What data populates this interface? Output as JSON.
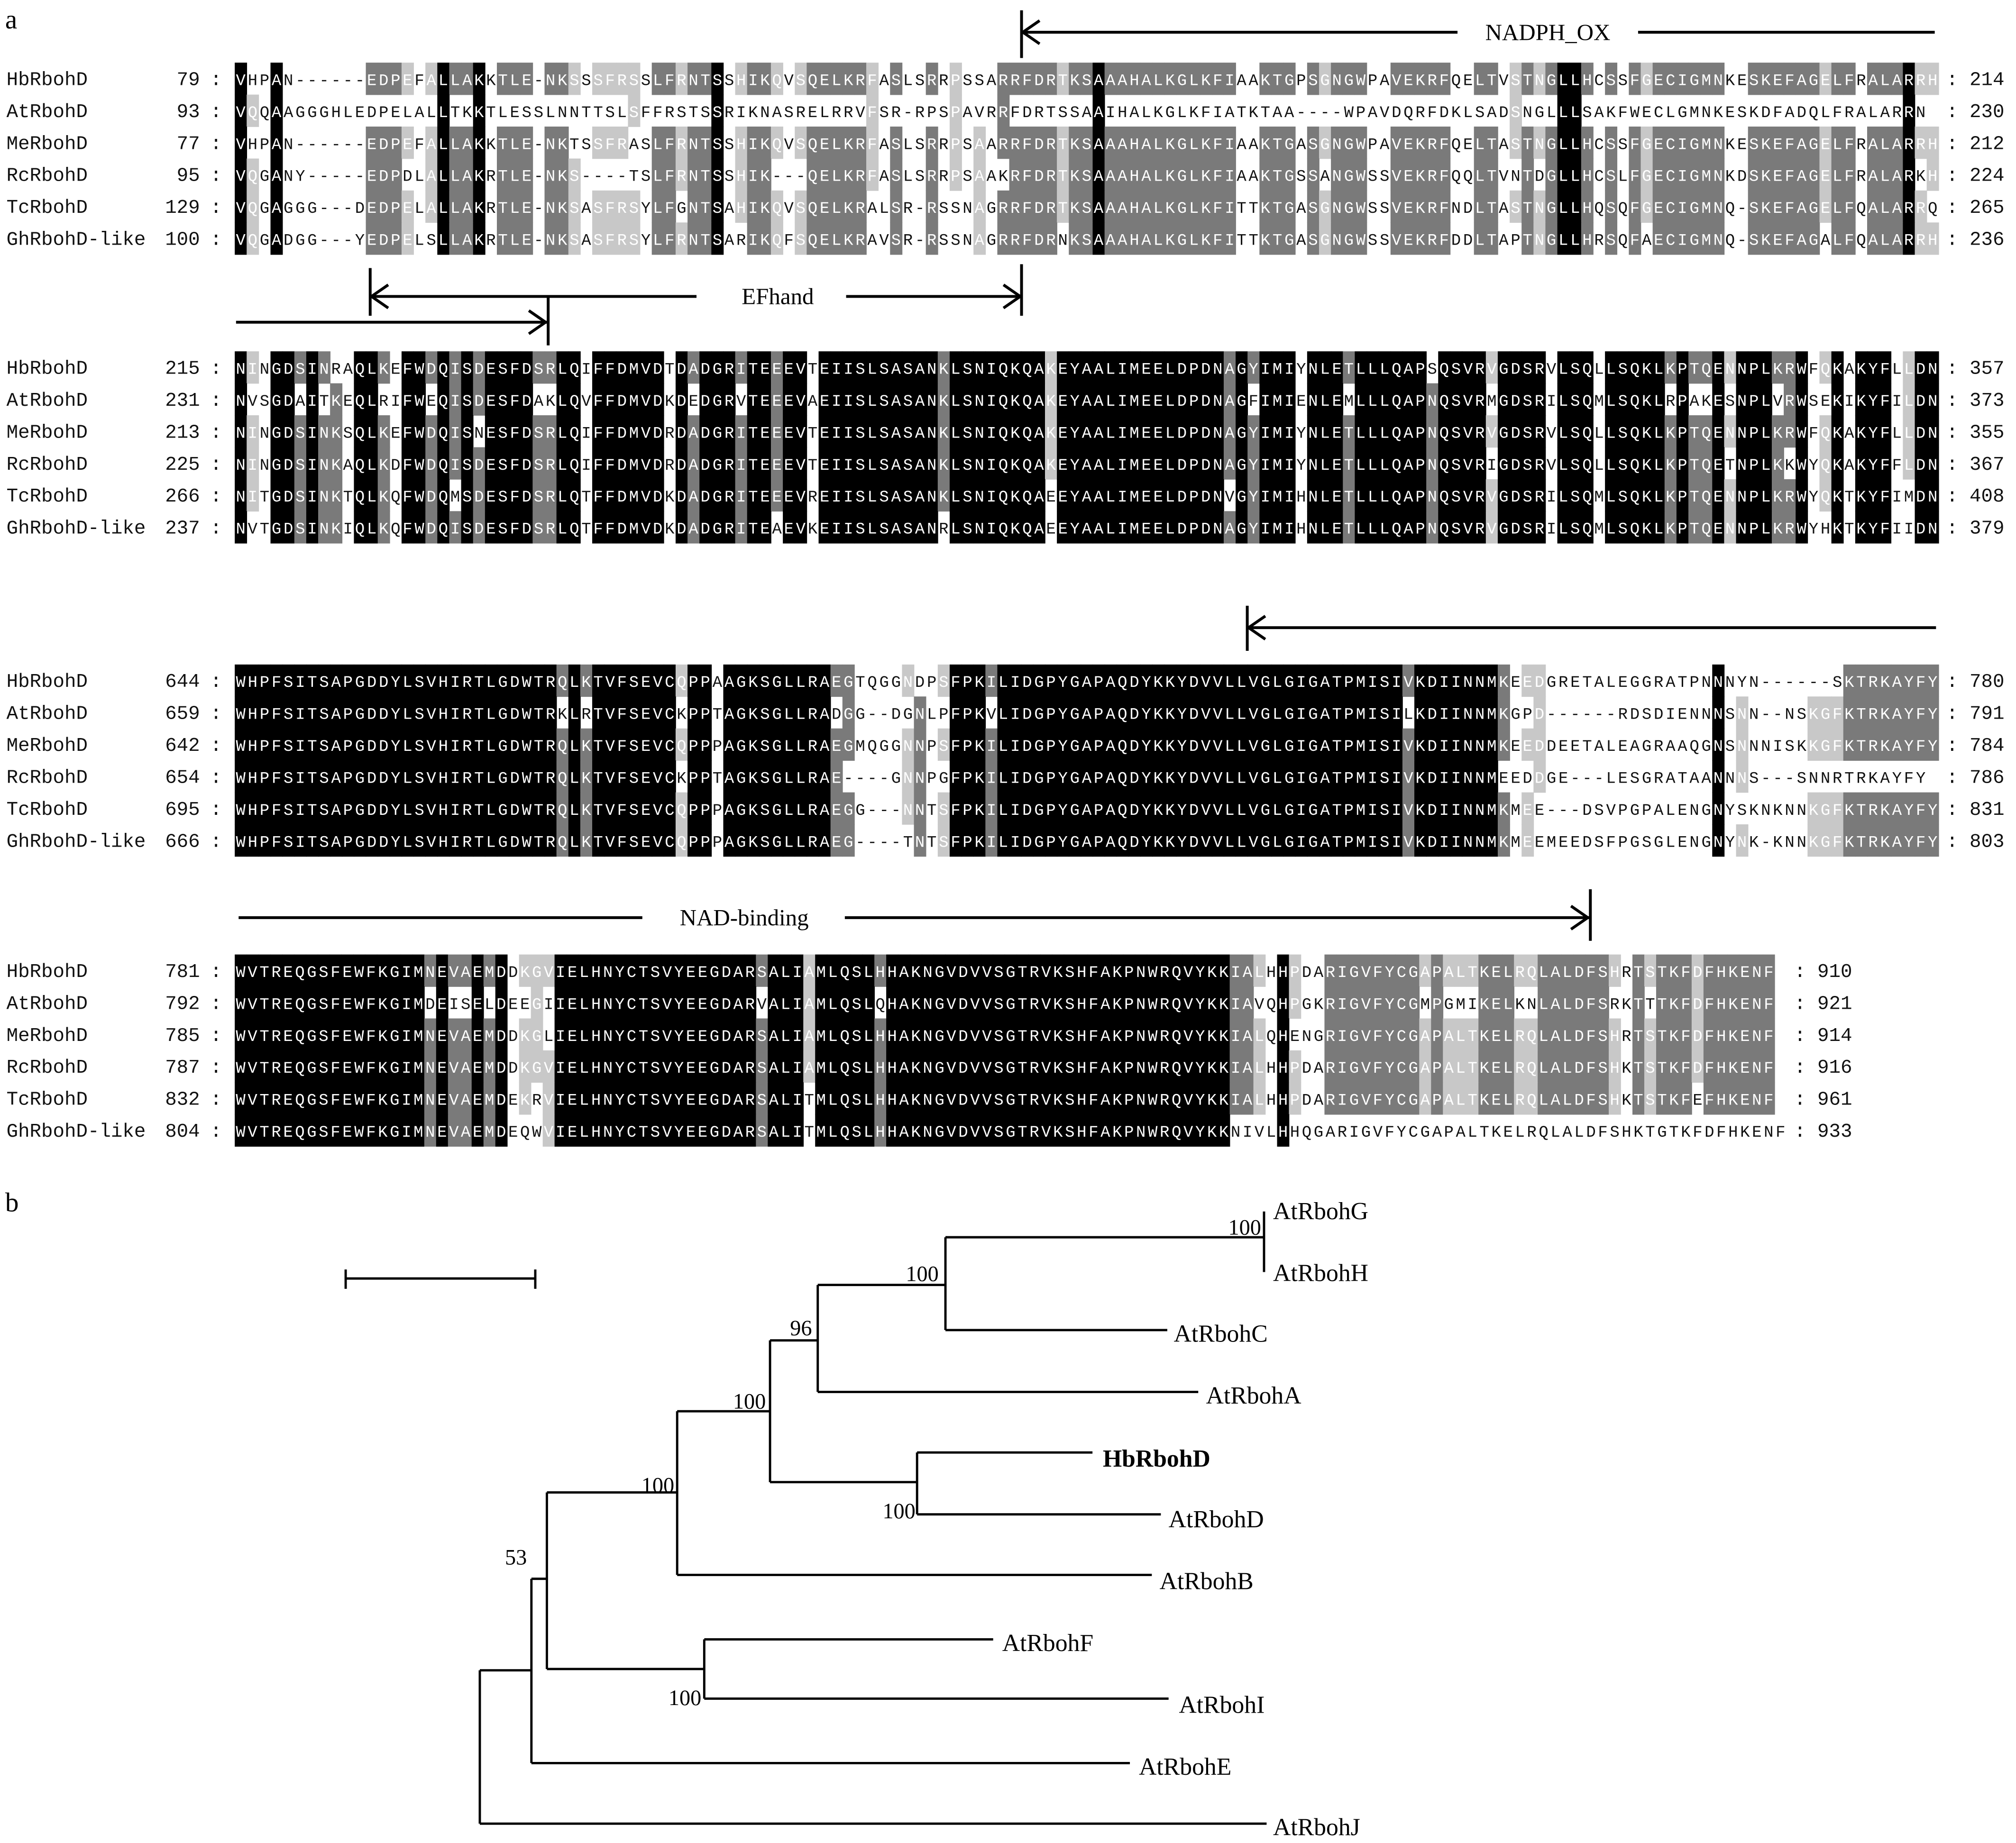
{
  "panels": {
    "a": "a",
    "b": "b"
  },
  "annotations": {
    "nadph_ox": "NADPH_OX",
    "efhand": "EFhand",
    "nad_binding": "NAD-binding"
  },
  "alignment": {
    "blocks": [
      {
        "rows": [
          {
            "name": "HbRbohD",
            "start": "79",
            "seq": "VHPAN------EDPEFALLAKKTLE-NKSSSFRSSLFRNTSSHIKQVSQELKRFASLSRRPSSARRFDRTKSAAAHALKGLKFIAAKTGPSGNGWPAVEKRFQELTVSTNGLLHCSSFGECIGMNKESKEFAGELFRALARRH",
            "end": "214"
          },
          {
            "name": "AtRbohD",
            "start": "93",
            "seq": "VQQAAGGGHLEDPELALLTKKTLESSLNNTTSLSFFRSTSSRIKNASRELRRVFSR-RPSPAVRRFDRTSSAAIHALKGLKFIATKTAA----WPAVDQRFDKLSADSNGLLLSAKFWECLGMNKESKDFADQLFRALARRN",
            "end": "230"
          },
          {
            "name": "MeRbohD",
            "start": "77",
            "seq": "VHPAN------EDPEFALLAKKTLE-NKTSSFRASLFRNTSSHIKQVSQELKRFASLSRRPSAARRFDRTKSAAAHALKGLKFIAAKTGASGNGWPAVEKRFQELTASTNGLLHCSSFGECIGMNKESKEFAGELFRALARRH",
            "end": "212"
          },
          {
            "name": "RcRbohD",
            "start": "95",
            "seq": "VQGANY-----EDPDLALLAKRTLE-NKS----TSLFRNTSSHIK---QELKRFASLSRRPSAAKRFDRTKSAAAHALKGLKFIAAKTGSSANGWSSVEKRFQQLTVNTDGLLHCSLFGECIGMNKDSKEFAGELFRALARKH",
            "end": "224"
          },
          {
            "name": "TcRbohD",
            "start": "129",
            "seq": "VQGAGGG---DEDPELALLAKRTLE-NKSASFRSYLFGNTSAHIKQVSQELKRALSR-RSSNAGRRFDRTKSAAAHALKGLKFITTKTGASGNGWSSVEKRFNDLTASTNGLLHQSQFGECIGMNQ-SKEFAGELFQALARRQ",
            "end": "265"
          },
          {
            "name": "GhRbohD-like",
            "start": "100",
            "seq": "VQGADGG---YEDPELSLLAKRTLE-NKSASFRSYLFRNTSARIKQFSQELKRAVSR-RSSNAGRRFDRNKSAAAHALKGLKFITTKTGASGNGWSSVEKRFDDLTAPTNGLLHRSQFAECIGMNQ-SKEFAGALFQALARRH",
            "end": "236"
          }
        ]
      },
      {
        "rows": [
          {
            "name": "HbRbohD",
            "start": "215",
            "seq": "NINGDSINRAQLKEFWDQISDESFDSRLQIFFDMVDTDADGRITEEEVTEIISLSASANKLSNIQKQAKEYAALIMEELDPDNAGYIMIYNLETLLLQAPSQSVRVGDSRVLSQLLSQKLKPTQENNPLKRWFQKAKYFLLDN",
            "end": "357"
          },
          {
            "name": "AtRbohD",
            "start": "231",
            "seq": "NVSGDAITKEQLRIFWEQISDESFDAKLQVFFDMVDKDEDGRVTEEEVAEIISLSASANKLSNIQKQAKEYAALIMEELDPDNAGFIMIENLEMLLLQAPNQSVRMGDSRILSQMLSQKLRPAKESNPLVRWSEKIKYFILDN",
            "end": "373"
          },
          {
            "name": "MeRbohD",
            "start": "213",
            "seq": "NINGDSINKSQLKEFWDQISNESFDSRLQIFFDMVDRDADGRITEEEVTEIISLSASANKLSNIQKQAKEYAALIMEELDPDNAGYIMIYNLETLLLQAPNQSVRVGDSRVLSQLLSQKLKPTQENNPLKRWFQKAKYFLLDN",
            "end": "355"
          },
          {
            "name": "RcRbohD",
            "start": "225",
            "seq": "NINGDSINKAQLKDFWDQISDESFDSRLQIFFDMVDRDADGRITEEEVTEIISLSASANKLSNIQKQAKEYAALIMEELDPDNAGYIMIYNLETLLLQAPNQSVRIGDSRVLSQLLSQKLKPTQETNPLKKWYQKAKYFFLDN",
            "end": "367"
          },
          {
            "name": "TcRbohD",
            "start": "266",
            "seq": "NITGDSINKTQLKQFWDQMSDESFDSRLQTFFDMVDKDADGRITEEEVREIISLSASANKLSNIQKQAEEYAALIMEELDPDNVGYIMIHNLETLLLQAPNQSVRVGDSRILSQMLSQKLKPTQENNPLKRWYQKTKYFIMDN",
            "end": "408"
          },
          {
            "name": "GhRbohD-like",
            "start": "237",
            "seq": "NVTGDSINKIQLKQFWDQISDESFDSRLQTFFDMVDKDADGRITEAEVKEIISLSASANRLSNIQKQAEEYAALIMEELDPDNAGYIMIHNLETLLLQAPNQSVRVGDSRILSQMLSQKLKPTQENNPLKRWYHKTKYFIIDN",
            "end": "379"
          }
        ]
      },
      {
        "rows": [
          {
            "name": "HbRbohD",
            "start": "644",
            "seq": "WHPFSITSAPGDDYLSVHIRTLGDWTRQLKTVFSEVCQPPAAGKSGLLRAEGTQGGNDPSFPKILIDGPYGAPAQDYKKYDVVLLVGLGIGATPMISIVKDIINNMKEEDGRETALEGGRATPNNNYN------SKTRKAYFY",
            "end": "780"
          },
          {
            "name": "AtRbohD",
            "start": "659",
            "seq": "WHPFSITSAPGDDYLSVHIRTLGDWTRKLRTVFSEVCKPPTAGKSGLLRADGG--DGNLPFPKVLIDGPYGAPAQDYKKYDVVLLVGLGIGATPMISILKDIINNMKGPD------RDSDIENNNSNN--NSKGFKTRKAYFY",
            "end": "791"
          },
          {
            "name": "MeRbohD",
            "start": "642",
            "seq": "WHPFSITSAPGDDYLSVHIRTLGDWTRQLKTVFSEVCQPPPAGKSGLLRAEGMQGGNNPSFPKILIDGPYGAPAQDYKKYDVVLLVGLGIGATPMISIVKDIINNMKEEDDEETALEAGRAAQGNSNNNISKKGFKTRKAYFY",
            "end": "784"
          },
          {
            "name": "RcRbohD",
            "start": "654",
            "seq": "WHPFSITSAPGDDYLSVHIRTLGDWTRQLKTVFSEVCKPPTAGKSGLLRAE----GNNPGFPKILIDGPYGAPAQDYKKYDVVLLVGLGIGATPMISIVKDIINNMEEDDGE---LESGRATAANNNS---SNNRTRKAYFY",
            "end": "786"
          },
          {
            "name": "TcRbohD",
            "start": "695",
            "seq": "WHPFSITSAPGDDYLSVHIRTLGDWTRQLKTVFSEVCQPPPAGKSGLLRAEGG---NNTSFPKILIDGPYGAPAQDYKKYDVVLLVGLGIGATPMISIVKDIINNMKMEE---DSVPGPALENGNYSKNKNNKGFKTRKAYFY",
            "end": "831"
          },
          {
            "name": "GhRbohD-like",
            "start": "666",
            "seq": "WHPFSITSAPGDDYLSVHIRTLGDWTRQLKTVFSEVCQPPPAGKSGLLRAEG----TNTSFPKILIDGPYGAPAQDYKKYDVVLLVGLGIGATPMISIVKDIINNMKMEEMEEDSFPGSGLENGNYNK-KNNKGFKTRKAYFY",
            "end": "803"
          }
        ]
      },
      {
        "rows": [
          {
            "name": "HbRbohD",
            "start": "781",
            "seq": "WVTREQGSFEWFKGIMNEVAEMDDKGVIELHNYCTSVYEEGDARSALIAMLQSLHHAKNGVDVVSGTRVKSHFAKPNWRQVYKKIALHHPDARIGVFYCGAPALTKELRQLALDFSHRTSTKFDFHKENF",
            "end": "910"
          },
          {
            "name": "AtRbohD",
            "start": "792",
            "seq": "WVTREQGSFEWFKGIMDEISELDEEGIIELHNYCTSVYEEGDARVALIAMLQSLQHAKNGVDVVSGTRVKSHFAKPNWRQVYKKIAVQHPGKRIGVFYCGMPGMIKELKNLALDFSRKTTTKFDFHKENF",
            "end": "921"
          },
          {
            "name": "MeRbohD",
            "start": "785",
            "seq": "WVTREQGSFEWFKGIMNEVAEMDDKGLIELHNYCTSVYEEGDARSALIAMLQSLHHAKNGVDVVSGTRVKSHFAKPNWRQVYKKIALQHENGRIGVFYCGAPALTKELRQLALDFSHRTSTKFDFHKENF",
            "end": "914"
          },
          {
            "name": "RcRbohD",
            "start": "787",
            "seq": "WVTREQGSFEWFKGIMNEVAEMDDKGVIELHNYCTSVYEEGDARSALIAMLQSLHHAKNGVDVVSGTRVKSHFAKPNWRQVYKKIALHHPDARIGVFYCGAPALTKELRQLALDFSHKTSTKFDFHKENF",
            "end": "916"
          },
          {
            "name": "TcRbohD",
            "start": "832",
            "seq": "WVTREQGSFEWFKGIMNEVAEMDEKRVIELHNYCTSVYEEGDARSALITMLQSLHHAKNGVDVVSGTRVKSHFAKPNWRQVYKKIALHHPDARIGVFYCGAPALTKELRQLALDFSHKTSTKFEFHKENF",
            "end": "961"
          },
          {
            "name": "GhRbohD-like",
            "start": "804",
            "seq": "WVTREQGSFEWFKGIMNEVAEMDEQWVIELHNYCTSVYEEGDARSALITMLQSLHHAKNGVDVVSGTRVKSHFAKPNWRQVYKKNIVLHHQGARIGVFYCGAPALTKELRQLALDFSHKTGTKFDFHKENF",
            "end": "933"
          }
        ]
      }
    ],
    "shading": {
      "identical": "#000000",
      "high": "#7a7a7a",
      "medium": "#c8c8c8"
    }
  },
  "tree": {
    "leaves": {
      "G": "AtRbohG",
      "H": "AtRbohH",
      "C": "AtRbohC",
      "A": "AtRbohA",
      "HbD": "HbRbohD",
      "D": "AtRbohD",
      "B": "AtRbohB",
      "F": "AtRbohF",
      "I": "AtRbohI",
      "E": "AtRbohE",
      "J": "AtRbohJ"
    },
    "bootstrap": {
      "GH": "100",
      "GHC": "100",
      "GHCA": "96",
      "ACD": "100",
      "HbD_D": "100",
      "ABD": "100",
      "root53": "53",
      "FI": "100"
    }
  }
}
